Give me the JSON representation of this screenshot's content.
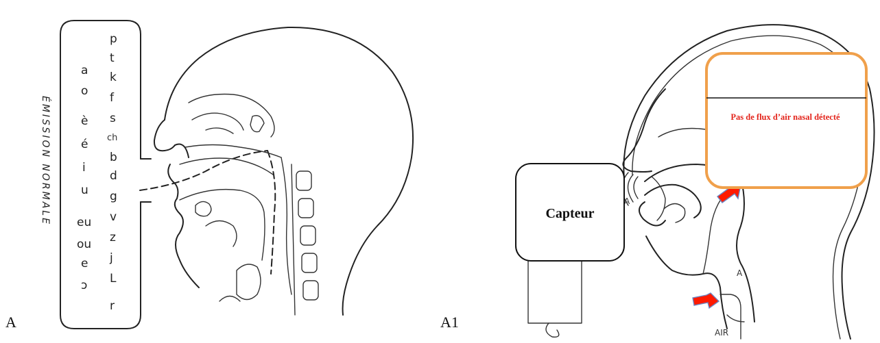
{
  "panel_a": {
    "label": "A",
    "vertical_title": "ÉMISSION NORMALE",
    "vowels": [
      "a",
      "o",
      "è",
      "é",
      "i",
      "u",
      "eu",
      "ou",
      "e",
      "ɔ"
    ],
    "consonants": [
      "p",
      "t",
      "k",
      "f",
      "s",
      "ch",
      "b",
      "d",
      "g",
      "v",
      "z",
      "j",
      "L",
      "r"
    ]
  },
  "panel_a1": {
    "label": "A1",
    "sensor_label": "Capteur",
    "note_text": "Pas de flux d’air nasal détecté",
    "air_label": "AIR",
    "arrow_color": "#ff1a00",
    "note_border_color": "#f0a04b"
  }
}
